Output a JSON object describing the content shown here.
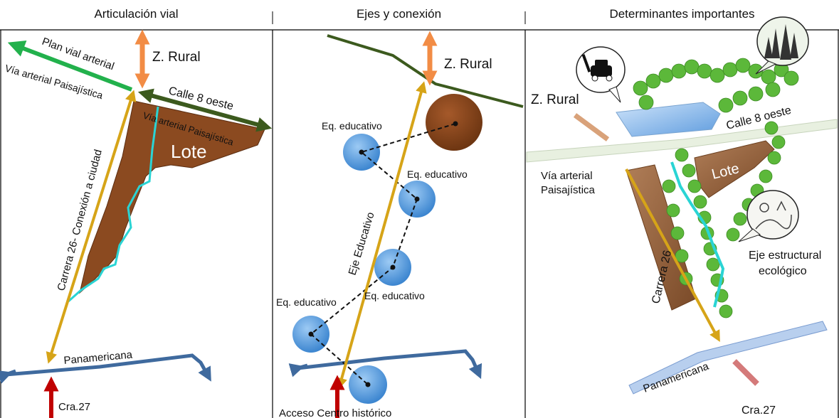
{
  "panels": [
    {
      "title": "Articulación vial"
    },
    {
      "title": "Ejes y conexión"
    },
    {
      "title": "Determinantes importantes"
    }
  ],
  "p1": {
    "plan_vial": "Plan vial arterial",
    "via_arterial_1": "Vía arterial Paisajística",
    "z_rural": "Z. Rural",
    "calle8": "Calle 8 oeste",
    "via_arterial_2": "Vía arterial Paisajística",
    "lote": "Lote",
    "carrera26": "Carrera 26- Conexión a ciudad",
    "panamericana": "Panamericana",
    "cra27": "Cra.27"
  },
  "p2": {
    "z_rural": "Z. Rural",
    "eq1": "Eq. educativo",
    "eq2": "Eq. educativo",
    "eq3": "Eq. educativo",
    "eq4": "Eq. educativo",
    "eje": "Eje Educativo",
    "acceso": "Acceso Centro histórico"
  },
  "p3": {
    "z_rural": "Z. Rural",
    "calle8": "Calle 8 oeste",
    "via1": "Vía arterial",
    "via2": "Paisajística",
    "lote": "Lote",
    "carrera26": "Carrera 26",
    "eje1": "Eje estructural",
    "eje2": "ecológico",
    "panamericana": "Panamericana",
    "cra27": "Cra.27"
  },
  "colors": {
    "road_green": "#3c5a1e",
    "arterial_green": "#22b14c",
    "rural_orange": "#f28c45",
    "carrera_gold": "#d6a418",
    "pan_blue": "#3f6a9e",
    "cra_red": "#c00000",
    "lote_brown": "#8b4a20",
    "circle_blue": "#5aa0e0",
    "river_cyan": "#2ad4d4",
    "tree_green": "#5cb83a"
  }
}
